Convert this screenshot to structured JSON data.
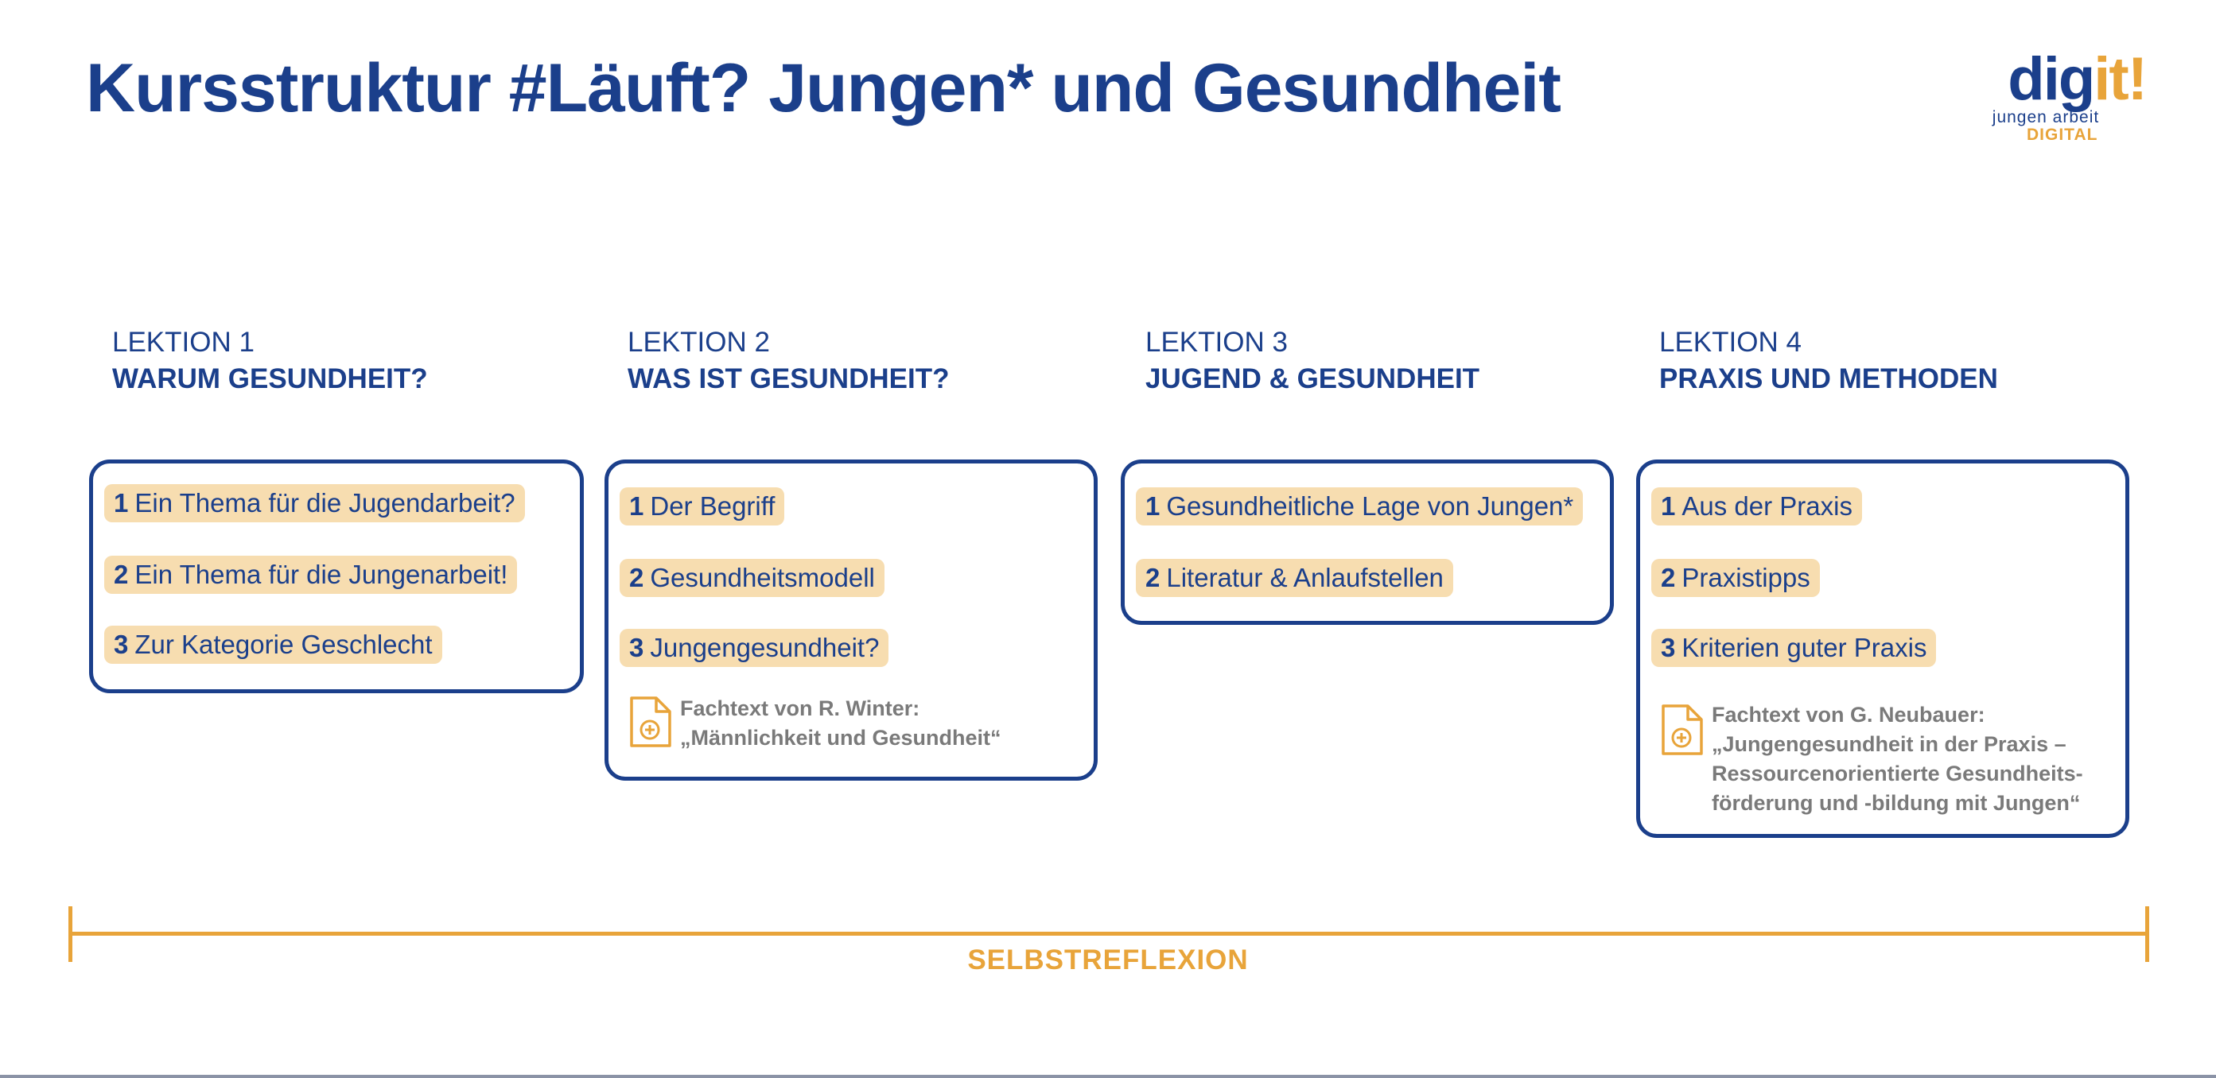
{
  "title": "Kursstruktur #Läuft? Jungen* und Gesundheit",
  "logo": {
    "main_a": "dig",
    "main_b": "it!",
    "sub1": "jungen   arbeit",
    "sub2": "DIGITAL"
  },
  "colors": {
    "blue": "#1b3f8b",
    "orange": "#e8a43a",
    "item_bg": "#f7ddb0",
    "gray_text": "#7a7a7a"
  },
  "lessons": [
    {
      "num": "LEKTION 1",
      "name": "WARUM GESUNDHEIT?",
      "items": [
        {
          "n": "1",
          "label": "Ein Thema für die Jugendarbeit?"
        },
        {
          "n": "2",
          "label": "Ein Thema für die Jungenarbeit!"
        },
        {
          "n": "3",
          "label": "Zur Kategorie Geschlecht"
        }
      ]
    },
    {
      "num": "LEKTION 2",
      "name": "WAS IST GESUNDHEIT?",
      "items": [
        {
          "n": "1",
          "label": "Der Begriff"
        },
        {
          "n": "2",
          "label": "Gesundheitsmodell"
        },
        {
          "n": "3",
          "label": "Jungengesundheit?"
        }
      ],
      "doc_lines": [
        "Fachtext von R. Winter:",
        "„Männlichkeit und Gesundheit“"
      ],
      "doc_icon": "document-plus-icon"
    },
    {
      "num": "LEKTION 3",
      "name": "JUGEND & GESUNDHEIT",
      "items": [
        {
          "n": "1",
          "label": "Gesundheitliche Lage von Jungen*"
        },
        {
          "n": "2",
          "label": "Literatur & Anlaufstellen"
        }
      ]
    },
    {
      "num": "LEKTION 4",
      "name": "PRAXIS UND METHODEN",
      "items": [
        {
          "n": "1",
          "label": "Aus der Praxis"
        },
        {
          "n": "2",
          "label": "Praxistipps"
        },
        {
          "n": "3",
          "label": "Kriterien guter Praxis"
        }
      ],
      "doc_lines": [
        "Fachtext von G. Neubauer:",
        "„Jungengesundheit in der Praxis –",
        "Ressourcenorientierte Gesundheits-",
        "förderung und -bildung mit Jungen“"
      ],
      "doc_icon": "document-plus-icon"
    }
  ],
  "timeline": {
    "label": "SELBSTREFLEXION"
  }
}
